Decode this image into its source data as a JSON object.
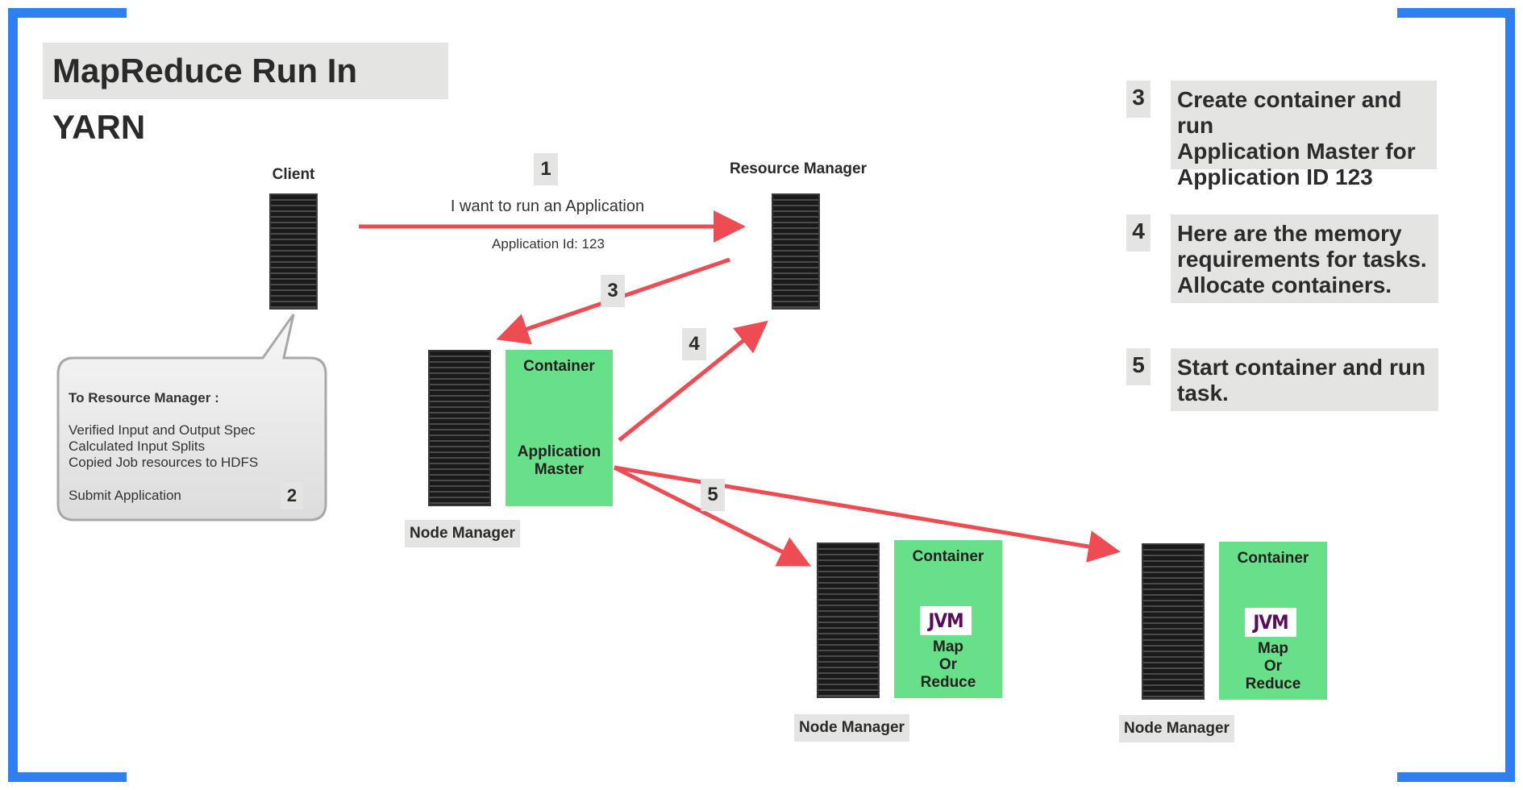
{
  "title": "MapReduce Run In YARN",
  "client": {
    "label": "Client"
  },
  "resource_manager": {
    "label": "Resource Manager"
  },
  "step1": {
    "number": "1",
    "message": "I want to run an Application",
    "response": "Application Id: 123"
  },
  "bubble": {
    "heading": "To Resource Manager :",
    "lines": [
      "Verified Input and Output Spec",
      "Calculated Input Splits",
      "Copied Job resources to HDFS"
    ],
    "submit": "Submit Application",
    "number": "2"
  },
  "arrow_labels": {
    "step3": "3",
    "step4": "4",
    "step5": "5"
  },
  "node_manager_1": {
    "label": "Node Manager",
    "container_title": "Container",
    "container_body_line1": "Application",
    "container_body_line2": "Master"
  },
  "node_manager_2": {
    "label": "Node Manager",
    "container_title": "Container",
    "jvm": "JVM",
    "task_line1": "Map",
    "task_line2": "Or",
    "task_line3": "Reduce"
  },
  "node_manager_3": {
    "label": "Node Manager",
    "container_title": "Container",
    "jvm": "JVM",
    "task_line1": "Map",
    "task_line2": "Or",
    "task_line3": "Reduce"
  },
  "legend": [
    {
      "number": "3",
      "line1": "Create container and run",
      "line2": "Application Master for",
      "line3": "Application ID 123"
    },
    {
      "number": "4",
      "line1": "Here are the memory",
      "line2": "requirements for tasks.",
      "line3": "Allocate containers."
    },
    {
      "number": "5",
      "line1": "Start container and run",
      "line2": "task."
    }
  ],
  "colors": {
    "frame": "#2f7ff0",
    "arrow": "#ee4b52",
    "container": "#67e089",
    "label_bg": "#e4e4e2",
    "jvm_text": "#5a0b5c"
  }
}
